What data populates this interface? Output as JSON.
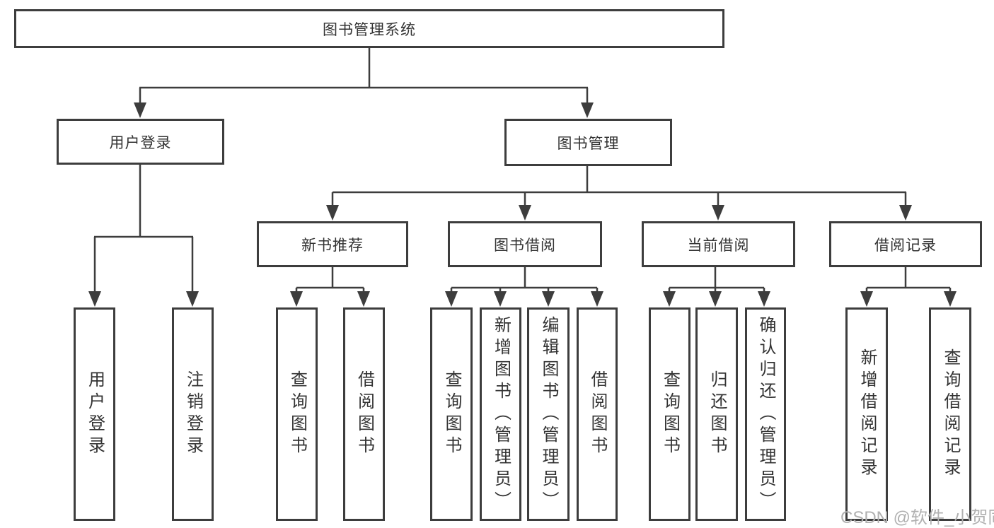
{
  "colors": {
    "line": "#3d3d3d",
    "box_border": "#3d3d3d",
    "text": "#333333",
    "watermark": "#b0b0b0",
    "background": "#ffffff"
  },
  "tree": {
    "label": "图书管理系统",
    "children": [
      {
        "label": "用户登录",
        "children": [
          {
            "label": "用户登录"
          },
          {
            "label": "注销登录"
          }
        ]
      },
      {
        "label": "图书管理",
        "children": [
          {
            "label": "新书推荐",
            "children": [
              {
                "label": "查询图书"
              },
              {
                "label": "借阅图书"
              }
            ]
          },
          {
            "label": "图书借阅",
            "children": [
              {
                "label": "查询图书"
              },
              {
                "label": "新增图书（管理员）"
              },
              {
                "label": "编辑图书（管理员）"
              },
              {
                "label": "借阅图书"
              }
            ]
          },
          {
            "label": "当前借阅",
            "children": [
              {
                "label": "查询图书"
              },
              {
                "label": "归还图书"
              },
              {
                "label": "确认归还（管理员）"
              }
            ]
          },
          {
            "label": "借阅记录",
            "children": [
              {
                "label": "新增借阅记录"
              },
              {
                "label": "查询借阅记录"
              }
            ]
          }
        ]
      }
    ]
  },
  "watermark": {
    "text": "CSDN @软件_小贺同学"
  }
}
